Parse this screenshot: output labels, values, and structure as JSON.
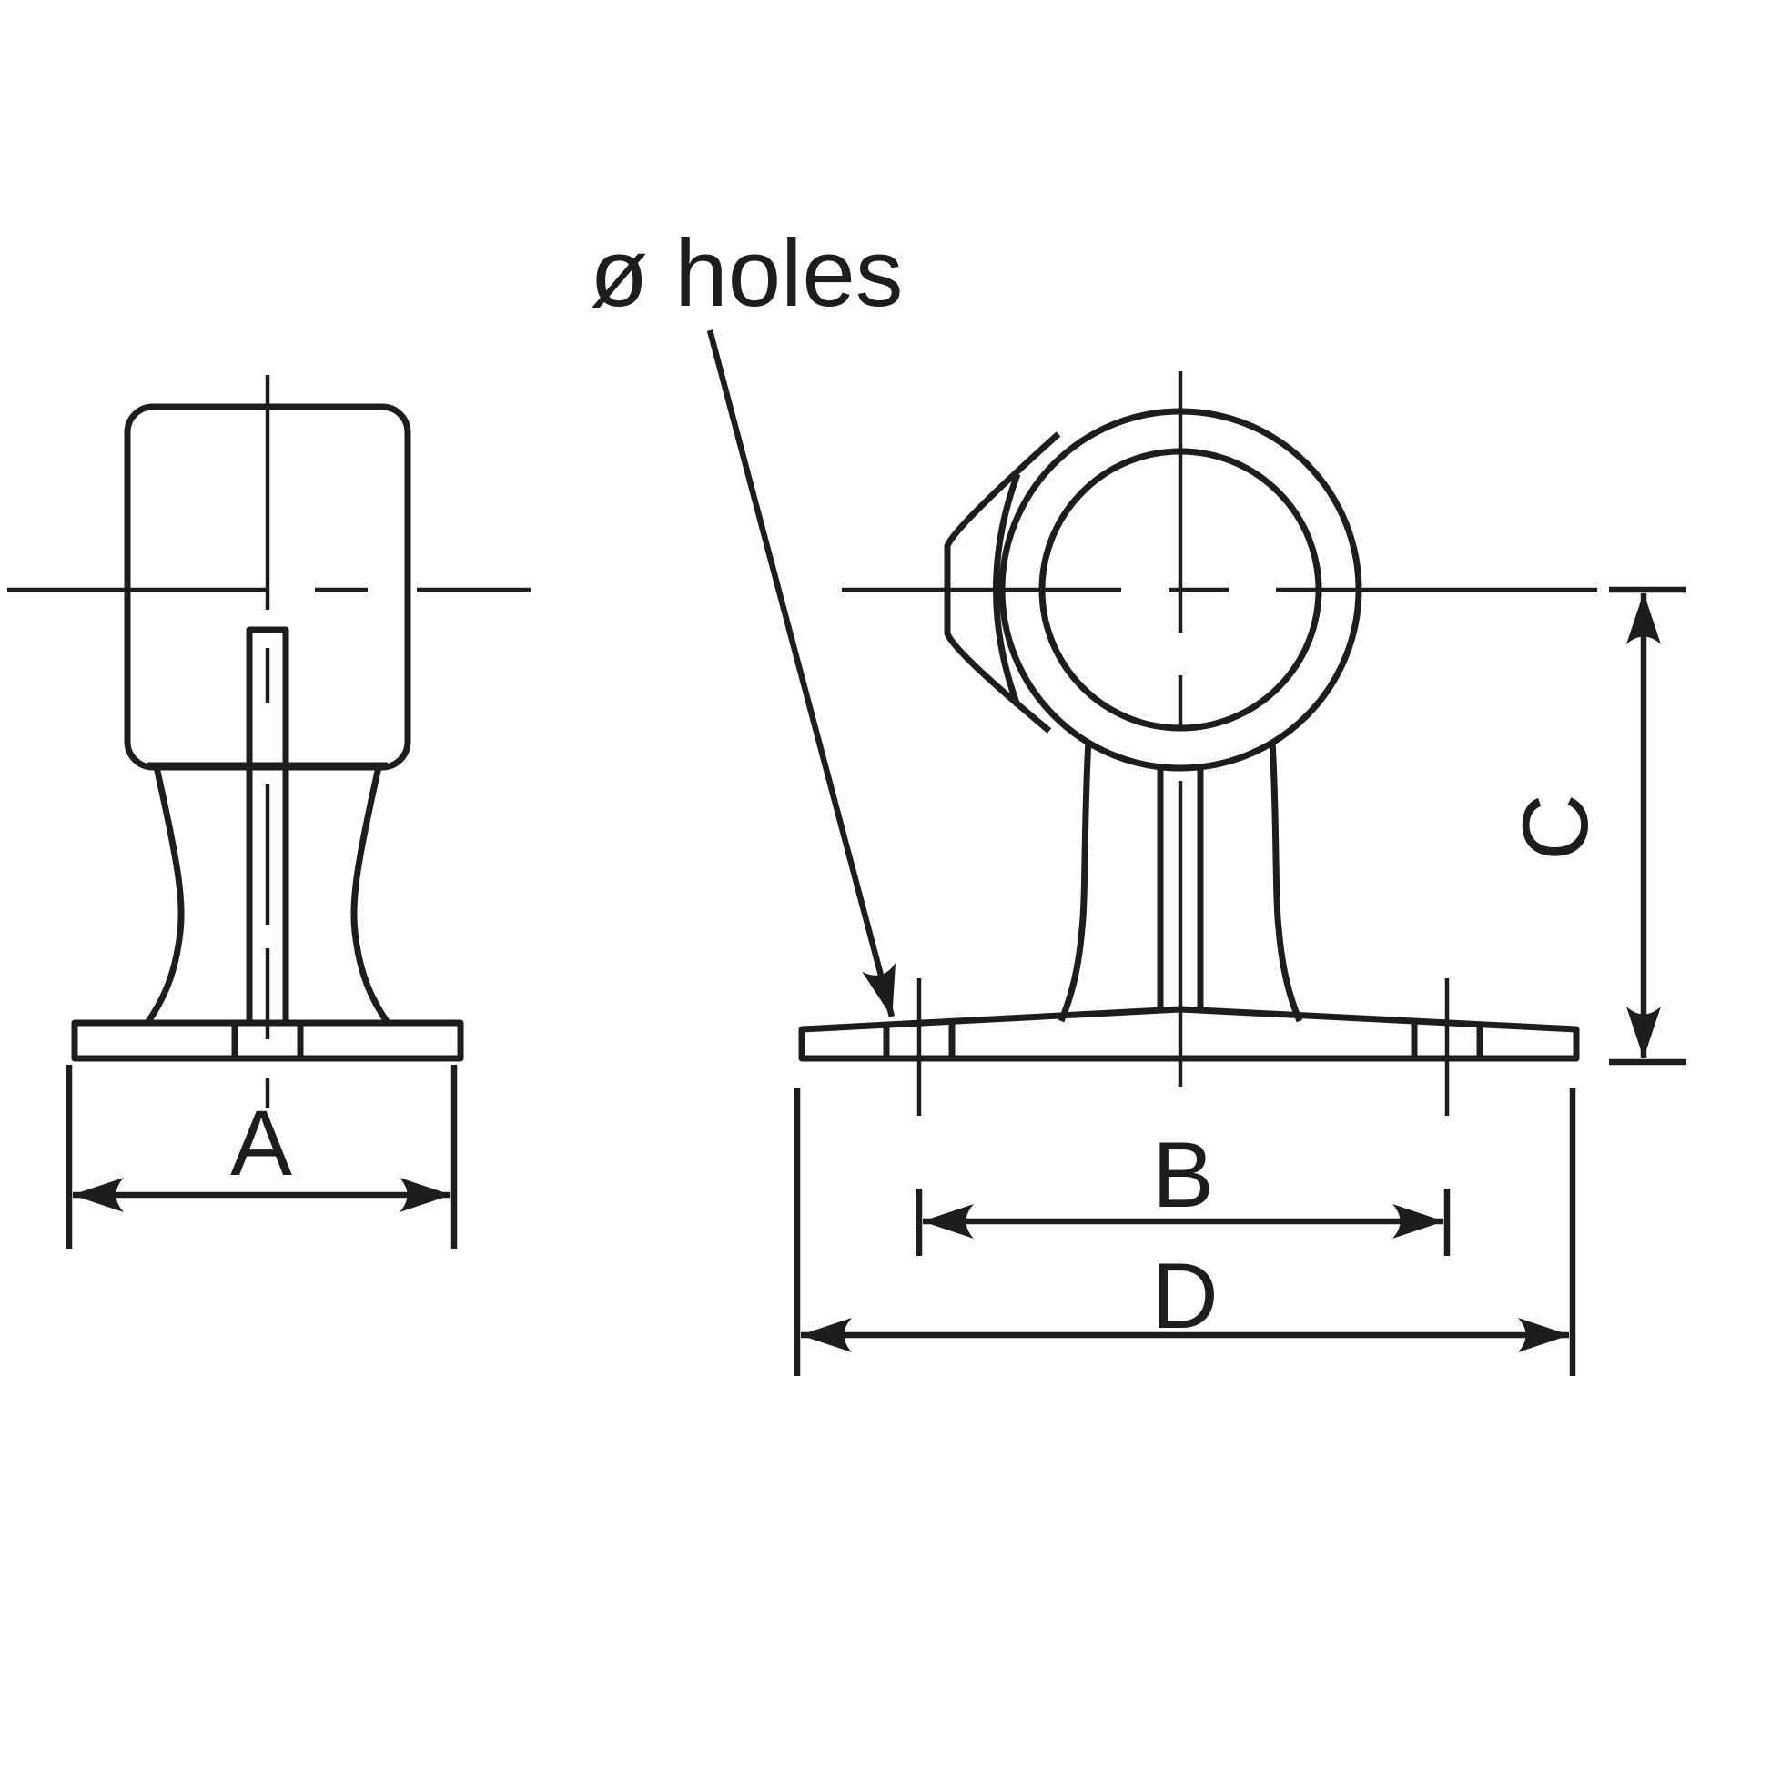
{
  "drawing": {
    "annotation_holes": "ø holes",
    "dimensions": {
      "a": "A",
      "b": "B",
      "c": "C",
      "d": "D"
    }
  },
  "colors": {
    "line": "#1d1d1b",
    "background": "#ffffff"
  }
}
